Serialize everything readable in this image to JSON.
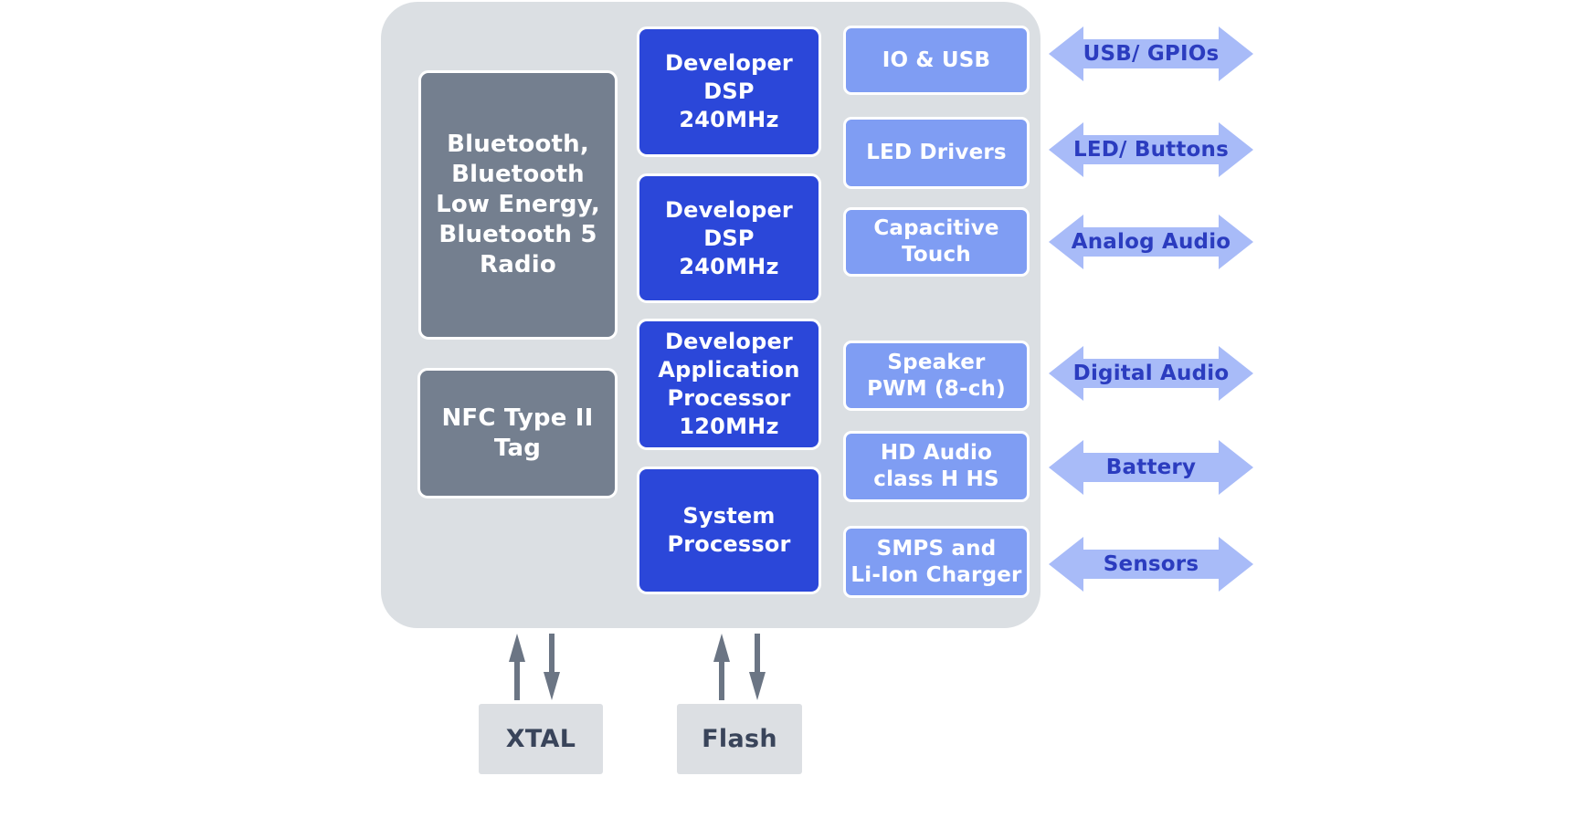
{
  "blocks": {
    "bluetooth": {
      "l1": "Bluetooth,",
      "l2": "Bluetooth",
      "l3": "Low Energy,",
      "l4": "Bluetooth 5",
      "l5": "Radio"
    },
    "nfc": {
      "l1": "NFC Type II Tag"
    },
    "dsp1": {
      "l1": "Developer",
      "l2": "DSP",
      "l3": "240MHz"
    },
    "dsp2": {
      "l1": "Developer",
      "l2": "DSP",
      "l3": "240MHz"
    },
    "app": {
      "l1": "Developer",
      "l2": "Application",
      "l3": "Processor",
      "l4": "120MHz"
    },
    "sys": {
      "l1": "System",
      "l2": "Processor"
    },
    "io": {
      "l1": "IO & USB"
    },
    "led": {
      "l1": "LED Drivers"
    },
    "cap": {
      "l1": "Capacitive",
      "l2": "Touch"
    },
    "spk": {
      "l1": "Speaker",
      "l2": "PWM (8-ch)"
    },
    "hd": {
      "l1": "HD Audio",
      "l2": "class H HS"
    },
    "smps": {
      "l1": "SMPS and",
      "l2": "Li-Ion Charger"
    }
  },
  "interfaces": {
    "usb_gpios": "USB/ GPIOs",
    "led_buttons": "LED/ Buttons",
    "analog_audio": "Analog Audio",
    "digital_audio": "Digital Audio",
    "battery": "Battery",
    "sensors": "Sensors"
  },
  "external": {
    "xtal": "XTAL",
    "flash": "Flash"
  },
  "colors": {
    "container_fill": "#dbdfe3",
    "radio_block_fill": "#747f8f",
    "processor_block_fill": "#2b47d9",
    "peripheral_block_fill": "#7f9df3",
    "interface_arrow_fill": "#a8bbf8",
    "interface_label_text": "#2b3cbf",
    "block_text": "#ffffff",
    "external_box_fill": "#dcdfe3",
    "external_box_text": "#39445a",
    "clock_flash_arrow_fill": "#6b7584"
  }
}
